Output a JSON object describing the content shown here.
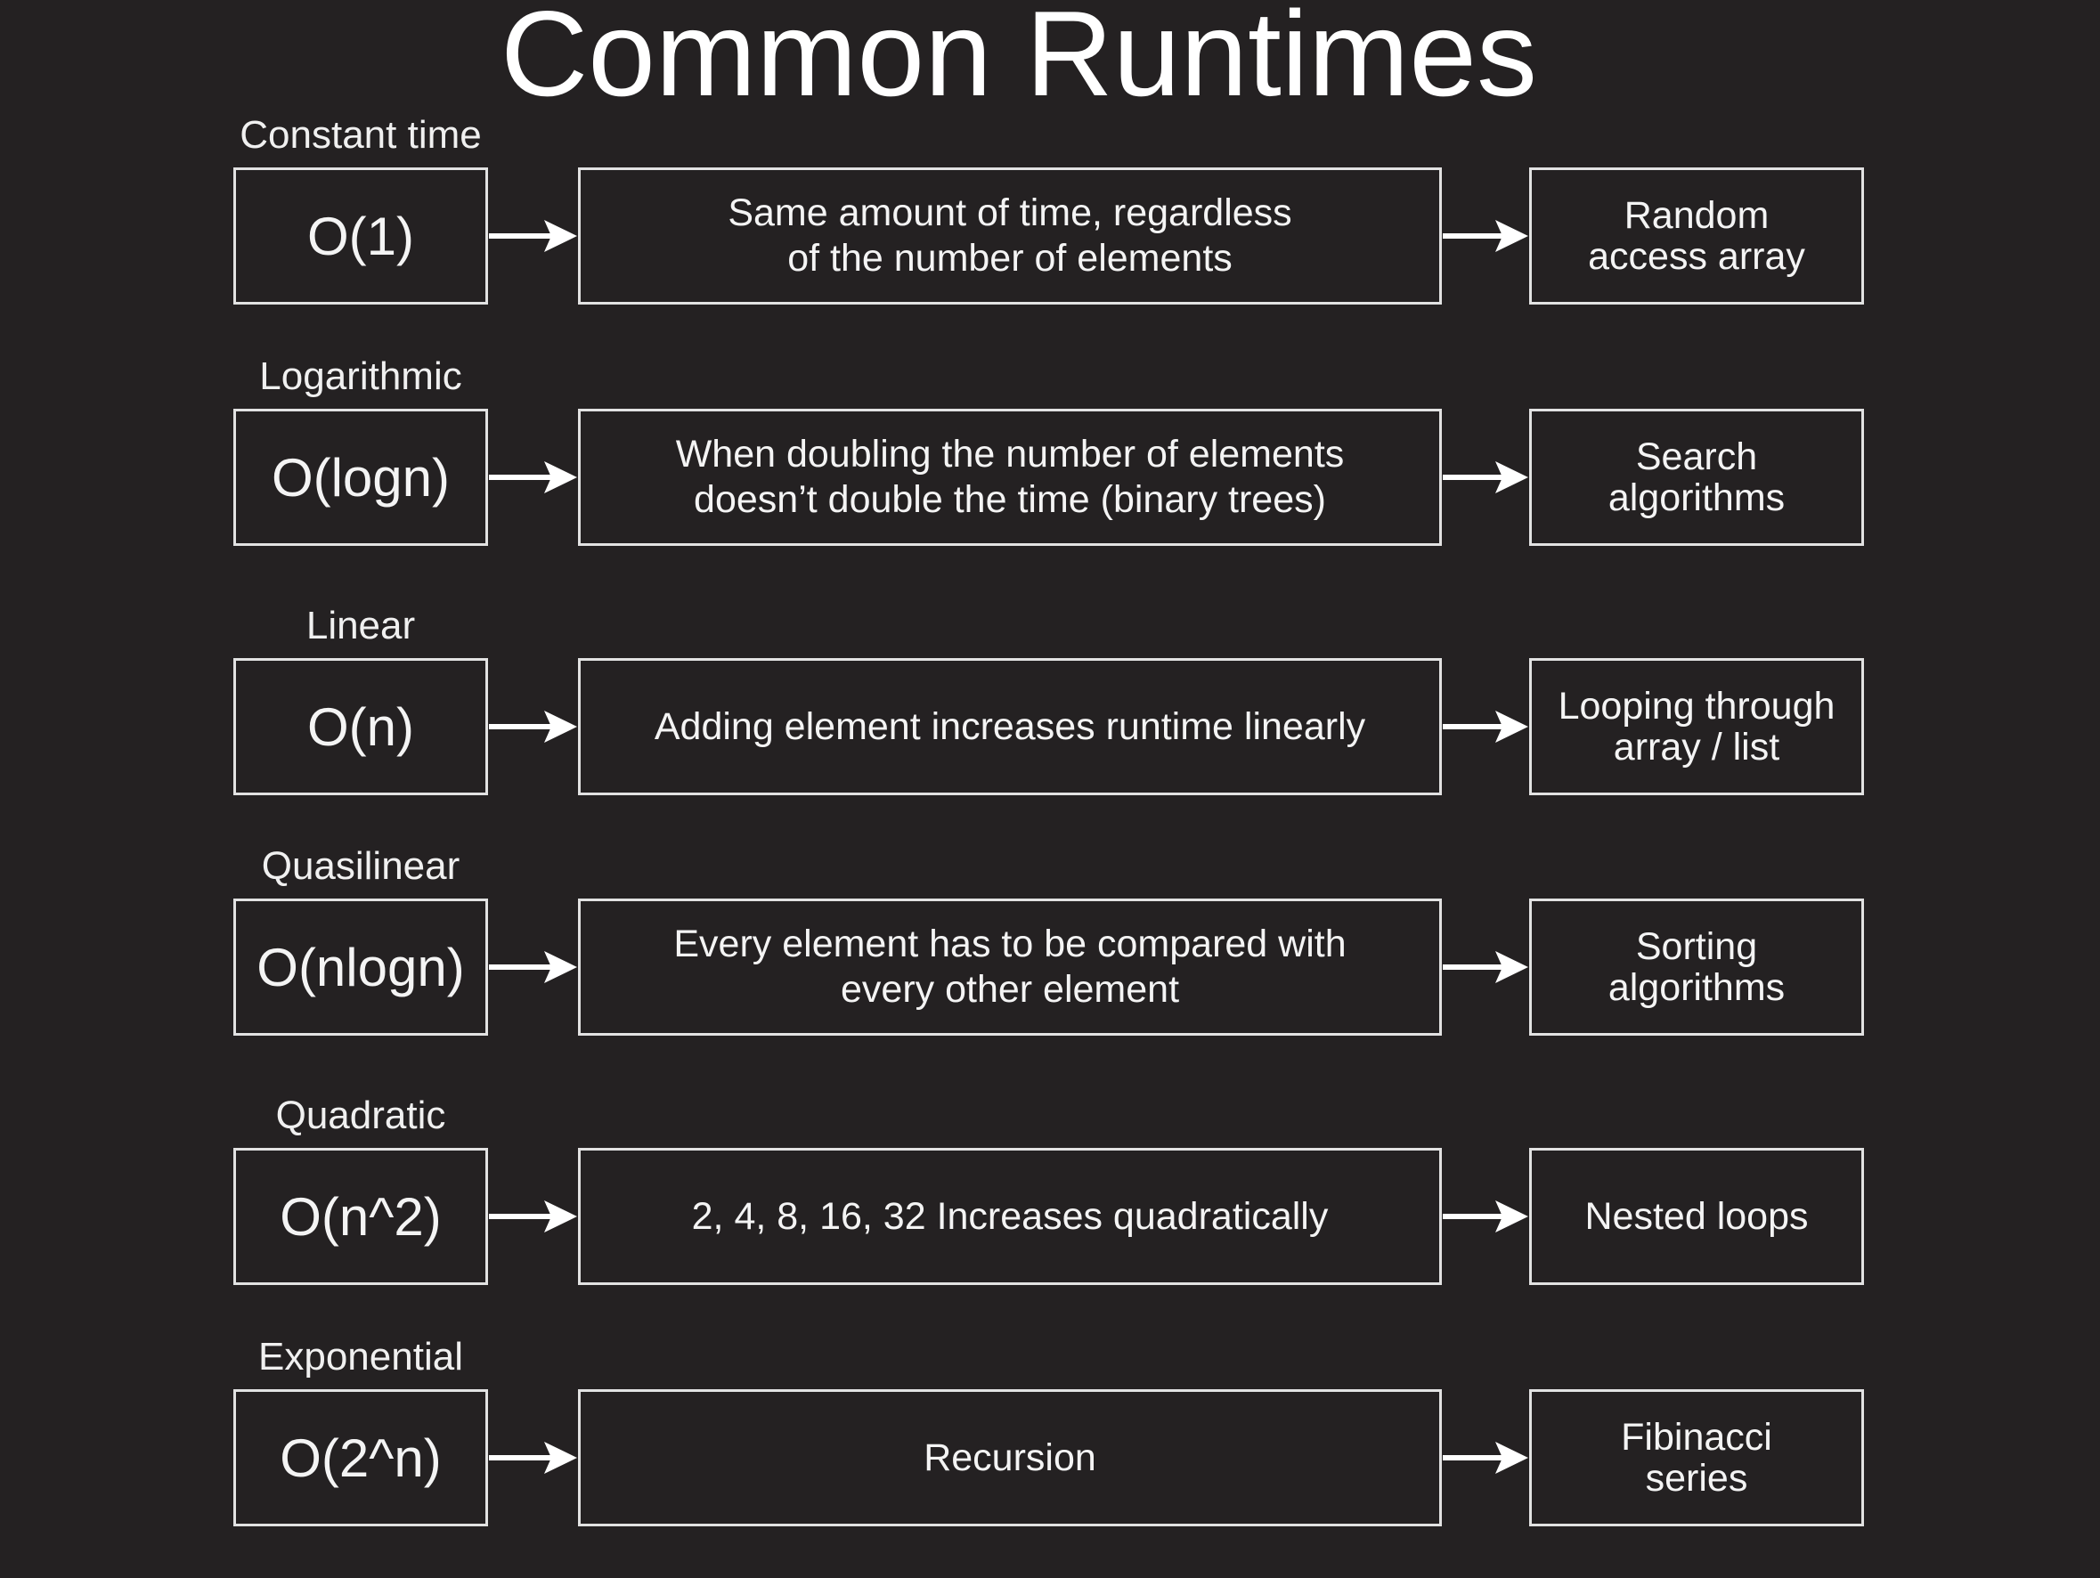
{
  "title": "Common Runtimes",
  "rows": [
    {
      "category": "Constant time",
      "notation": "O(1)",
      "description": "Same amount of time, regardless\nof the number of elements",
      "example": "Random\naccess array"
    },
    {
      "category": "Logarithmic",
      "notation": "O(logn)",
      "description": "When doubling the number of elements\ndoesn’t double the time (binary trees)",
      "example": "Search\nalgorithms"
    },
    {
      "category": "Linear",
      "notation": "O(n)",
      "description": "Adding element increases runtime linearly",
      "example": "Looping through\narray / list"
    },
    {
      "category": "Quasilinear",
      "notation": "O(nlogn)",
      "description": "Every element has to be compared with\nevery other element",
      "example": "Sorting\nalgorithms"
    },
    {
      "category": "Quadratic",
      "notation": "O(n^2)",
      "description": "2, 4, 8, 16, 32 Increases quadratically",
      "example": "Nested loops"
    },
    {
      "category": "Exponential",
      "notation": "O(2^n)",
      "description": "Recursion",
      "example": "Fibinacci\nseries"
    }
  ],
  "colors": {
    "background": "#242122",
    "text": "#f2f2f2",
    "border": "#e2e2e2",
    "arrow": "#ffffff"
  },
  "icons": {
    "arrow": "arrow-right-icon"
  }
}
